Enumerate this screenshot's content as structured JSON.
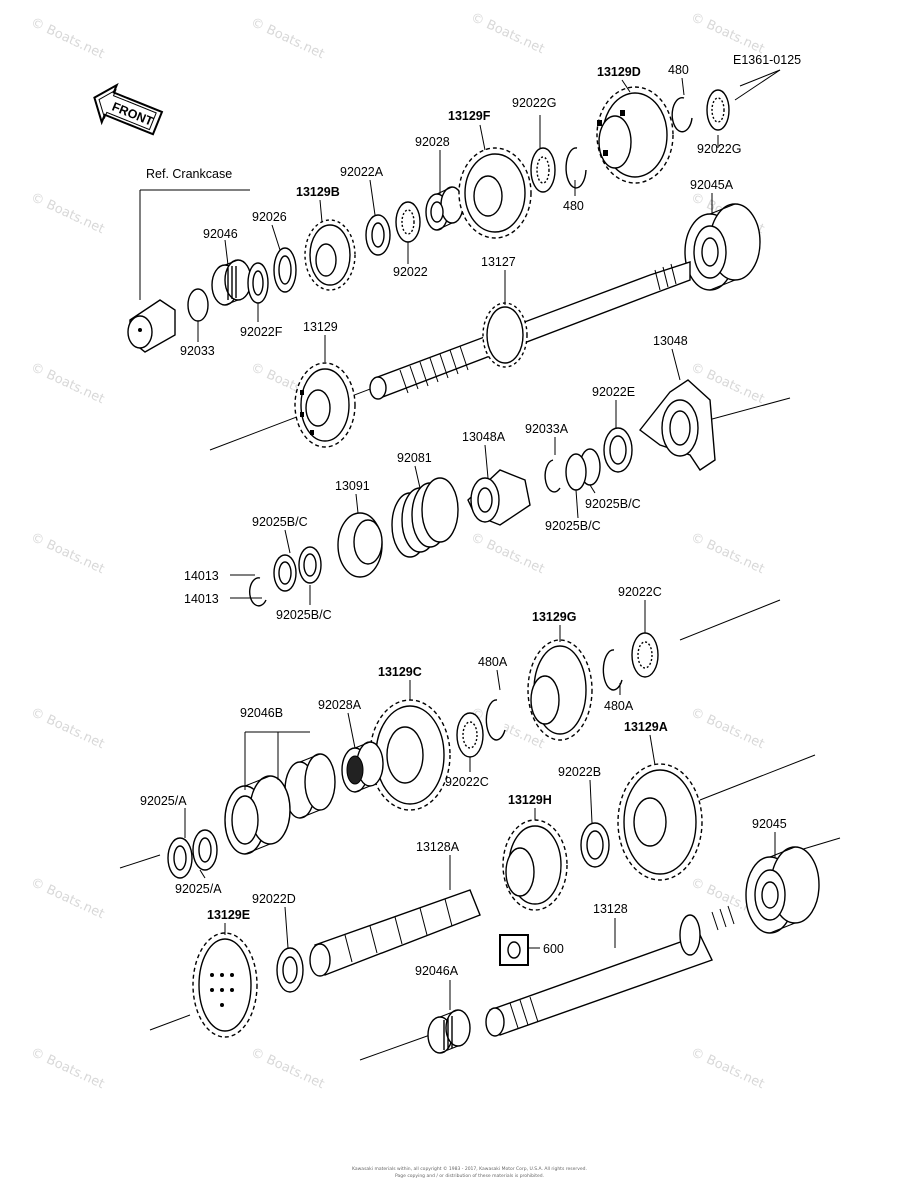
{
  "diagram_code": "E1361-0125",
  "front_badge": "FRONT",
  "reference_note": "Ref. Crankcase",
  "part_labels": {
    "p13129D": "13129D",
    "p480_top": "480",
    "p92022G_a": "92022G",
    "p92022G_b": "92022G",
    "p480_mid": "480",
    "p13129F": "13129F",
    "p92028": "92028",
    "p92022A": "92022A",
    "p13129B": "13129B",
    "p92026": "92026",
    "p92046": "92046",
    "p92022_inner": "92022",
    "p92045A": "92045A",
    "p13127": "13127",
    "p92022F": "92022F",
    "p92033": "92033",
    "p13129": "13129",
    "p13048": "13048",
    "p92022E": "92022E",
    "p92033A": "92033A",
    "p13048A": "13048A",
    "p92081": "92081",
    "p13091": "13091",
    "p92025BC_a": "92025B/C",
    "p92025BC_b": "92025B/C",
    "p92025BC_c": "92025B/C",
    "p92025BC_d": "92025B/C",
    "p14013_a": "14013",
    "p14013_b": "14013",
    "p92022C_top": "92022C",
    "p13129G": "13129G",
    "p480A_a": "480A",
    "p480A_b": "480A",
    "p13129C": "13129C",
    "p92028A": "92028A",
    "p92046B": "92046B",
    "p13129A": "13129A",
    "p92022C_low": "92022C",
    "p92022B": "92022B",
    "p13129H": "13129H",
    "p92025A_a": "92025/A",
    "p92025A_b": "92025/A",
    "p92045": "92045",
    "p13128A": "13128A",
    "p13128": "13128",
    "p92022D": "92022D",
    "p13129E": "13129E",
    "p600": "600",
    "p92046A": "92046A"
  },
  "watermark_text": "© Boats.net",
  "footer_lines": [
    "Kawasaki materials within, all copyright © 1983 - 2017, Kawasaki Motor Corp, U.S.A. All rights reserved.",
    "Page copying and / or distribution of these materials is prohibited."
  ]
}
